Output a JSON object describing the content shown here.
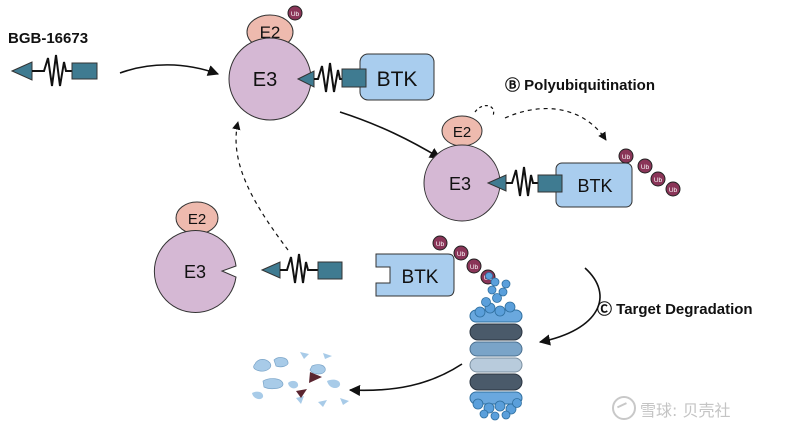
{
  "labels": {
    "drug": "BGB-16673",
    "step_b": "Ⓑ Polyubiquitination",
    "step_c": "Ⓒ Target Degradation",
    "watermark": "雪球: 贝壳社"
  },
  "nodes": {
    "e2": "E2",
    "e3": "E3",
    "btk": "BTK",
    "ub": "Ub"
  },
  "colors": {
    "e3_fill": "#d5b8d4",
    "e2_fill": "#eebaae",
    "btk_fill": "#a9cdee",
    "ub_fill": "#8a3558",
    "protac_fill": "#3f7b91",
    "proteasome_blue": "#5a9fdb",
    "proteasome_dark": "#4a5a6a",
    "fragment_blue": "#a8cbe8",
    "fragment_dark": "#5a2530"
  }
}
